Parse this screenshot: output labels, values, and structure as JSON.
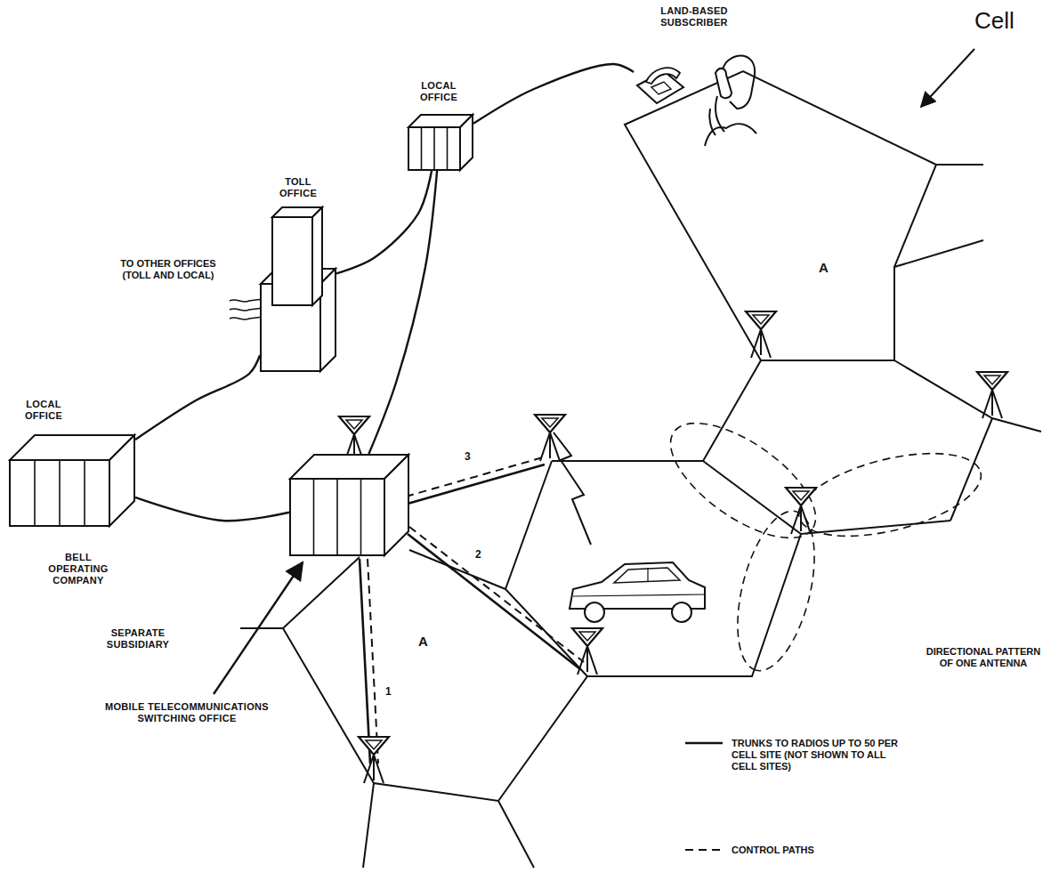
{
  "diagram": {
    "nodes": [
      {
        "text": [
          "LAND-BASED SUBSCRIBER"
        ]
      },
      {
        "text": [
          "LOCAL OFFICE"
        ]
      },
      {
        "text": [
          "TOLL OFFICE"
        ]
      },
      {
        "text": [
          "LOCAL OFFICE",
          "BELL OPERATING COMPANY"
        ]
      },
      {
        "text": [
          "SEPARATE SUBSIDIARY",
          "MOBILE TELECOMMUNICATIONS SWITCHING OFFICE"
        ]
      }
    ],
    "edges": [
      {
        "from": 1,
        "to": 0,
        "arrow": "none"
      },
      {
        "from": 2,
        "to": 1,
        "arrow": "none"
      },
      {
        "from": 3,
        "to": 2,
        "arrow": "none"
      },
      {
        "from": 4,
        "to": 3,
        "arrow": "none"
      },
      {
        "from": 4,
        "to": 1,
        "arrow": "none"
      }
    ],
    "labels": [
      "Cell",
      "TO OTHER OFFICES (TOLL AND LOCAL)",
      "A",
      "3",
      "2",
      "DIRECTIONAL PATTERN OF ONE ANTENNA",
      "1",
      "A"
    ],
    "legend": [
      {
        "text": "TRUNKS TO RADIOS UP TO 50 PER CELL SITE (NOT SHOWN TO ALL CELL SITES)"
      },
      {
        "text": "CONTROL PATHS"
      }
    ]
  }
}
